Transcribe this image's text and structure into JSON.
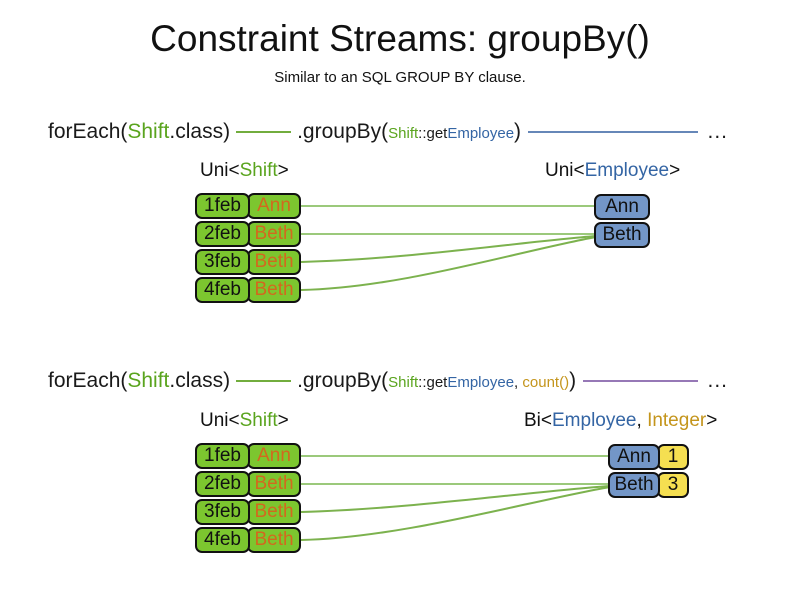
{
  "title": "Constraint Streams: groupBy()",
  "subtitle": "Similar to an SQL GROUP BY clause.",
  "colors": {
    "shift-green": "#5aa41e",
    "employee-blue": "#3465a4",
    "count-gold": "#c4951c",
    "name-orange": "#d2691e",
    "box-green": "#7cc62f",
    "box-blue": "#7396c7",
    "box-yellow": "#f5df51",
    "dash-green": "#72ad3d",
    "line-blue": "#6687b8",
    "line-purple": "#9678b6",
    "line-green-light": "#9bc97b",
    "line-green": "#7cb24e",
    "ink": "#1a1a1a"
  },
  "section1": {
    "code": {
      "foreach_prefix": "forEach(",
      "foreach_type": "Shift",
      "foreach_suffix": ".class)",
      "groupby_prefix": ".groupBy(",
      "arg_type": "Shift",
      "arg_getter": "::get",
      "arg_return": "Employee",
      "groupby_suffix": ")",
      "ellipsis": "..."
    },
    "source_label": {
      "prefix": "Uni<",
      "type": "Shift",
      "suffix": ">"
    },
    "result_label": {
      "prefix": "Uni<",
      "type": "Employee",
      "suffix": ">"
    },
    "shifts": [
      {
        "date": "1feb",
        "employee": "Ann"
      },
      {
        "date": "2feb",
        "employee": "Beth"
      },
      {
        "date": "3feb",
        "employee": "Beth"
      },
      {
        "date": "4feb",
        "employee": "Beth"
      }
    ],
    "employees": [
      {
        "name": "Ann"
      },
      {
        "name": "Beth"
      }
    ]
  },
  "section2": {
    "code": {
      "foreach_prefix": "forEach(",
      "foreach_type": "Shift",
      "foreach_suffix": ".class)",
      "groupby_prefix": ".groupBy(",
      "arg_type": "Shift",
      "arg_getter": "::get",
      "arg_return": "Employee",
      "arg_separator": ", ",
      "arg_collector": "count()",
      "groupby_suffix": ")",
      "ellipsis": "..."
    },
    "source_label": {
      "prefix": "Uni<",
      "type": "Shift",
      "suffix": ">"
    },
    "result_label": {
      "prefix": "Bi<",
      "type1": "Employee",
      "separator": ", ",
      "type2": "Integer",
      "suffix": ">"
    },
    "shifts": [
      {
        "date": "1feb",
        "employee": "Ann"
      },
      {
        "date": "2feb",
        "employee": "Beth"
      },
      {
        "date": "3feb",
        "employee": "Beth"
      },
      {
        "date": "4feb",
        "employee": "Beth"
      }
    ],
    "groups": [
      {
        "employee": "Ann",
        "count": "1"
      },
      {
        "employee": "Beth",
        "count": "3"
      }
    ]
  }
}
